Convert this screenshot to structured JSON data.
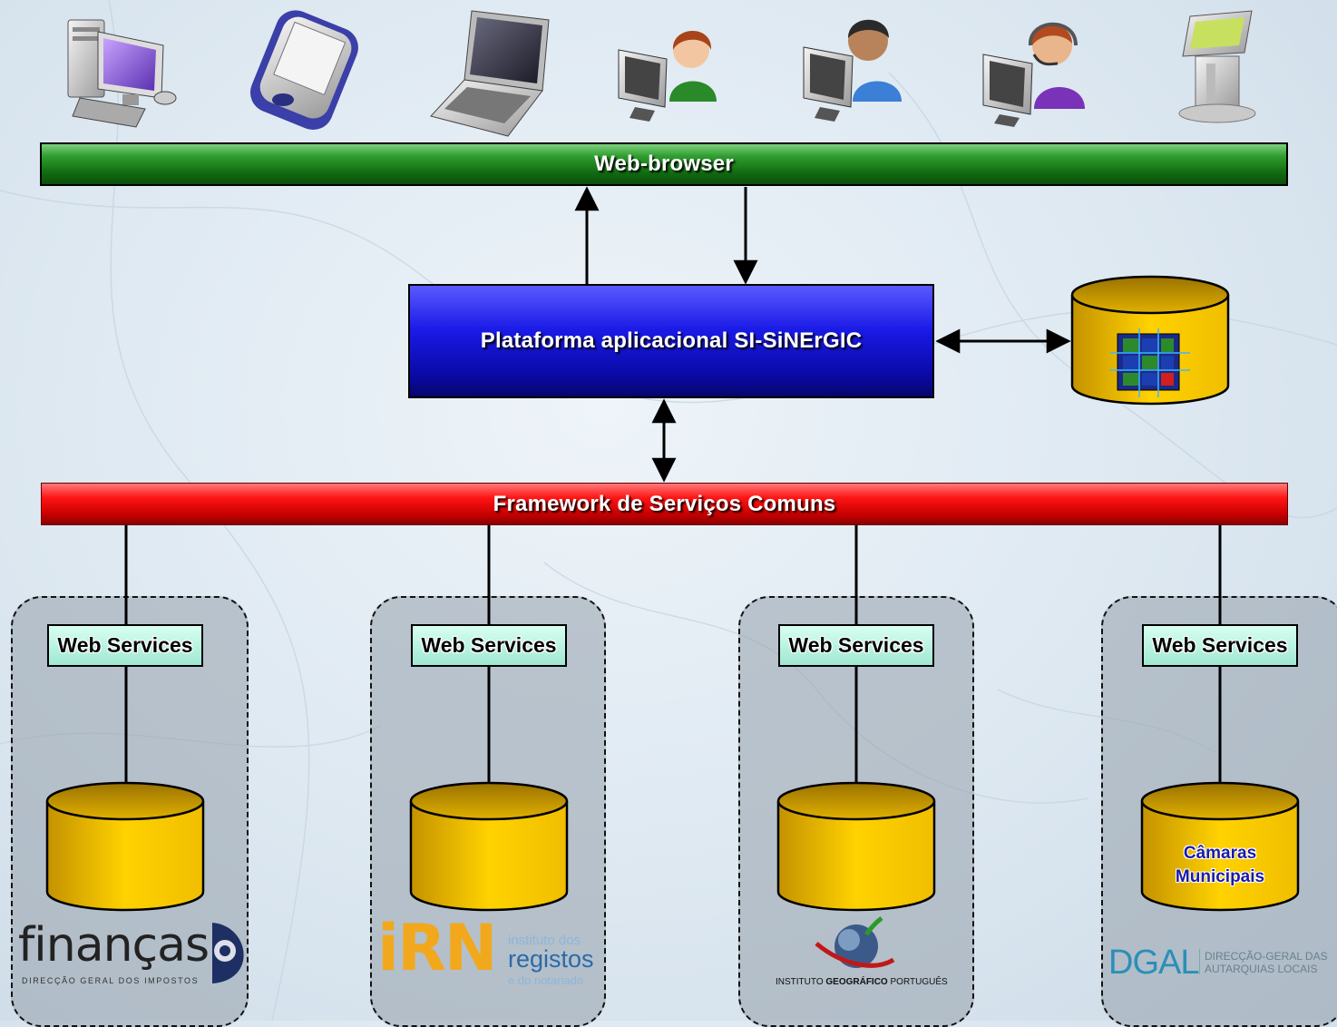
{
  "top": {
    "browser_bar": "Web-browser",
    "platform": "Plataforma aplicacional SI-SiNErGIC",
    "framework_bar": "Framework de Serviços Comuns"
  },
  "groups": [
    {
      "ws_label": "Web Services",
      "logo": {
        "name": "finanças",
        "tagline": "DIRECÇÃO GERAL DOS IMPOSTOS"
      }
    },
    {
      "ws_label": "Web Services",
      "logo": {
        "name": "iRN",
        "line1": "instituto dos",
        "line2": "registos",
        "line3": "e do notariado"
      }
    },
    {
      "ws_label": "Web Services",
      "logo": {
        "prefix": "INSTITUTO",
        "bold": "GEOGRÁFICO",
        "suffix": "PORTUGUÊS"
      }
    },
    {
      "ws_label": "Web Services",
      "db_label": [
        "Câmaras",
        "Municipais"
      ],
      "logo": {
        "name": "DGAL",
        "line1": "DIRECÇÃO-GERAL DAS",
        "line2": "AUTARQUIAS LOCAIS"
      }
    }
  ],
  "devices": [
    "desktop-computer-icon",
    "pda-icon",
    "laptop-icon",
    "user-female-icon",
    "user-male-icon",
    "call-center-agent-icon",
    "kiosk-icon"
  ],
  "colors": {
    "browser_bar": "#126d12",
    "platform": "#1a1ae6",
    "framework_bar": "#e00000",
    "web_services": "#aef0dc",
    "database": "#f5c400",
    "group_bg": "#9aa3ad"
  }
}
